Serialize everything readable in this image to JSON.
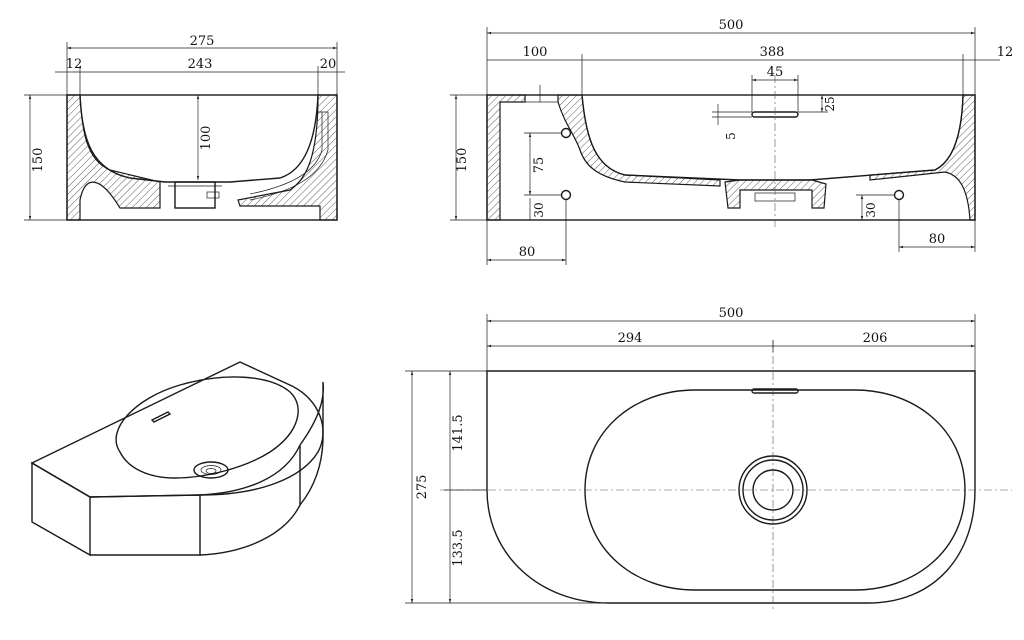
{
  "side_view": {
    "dims": {
      "overall_width": "275",
      "left_wall": "12",
      "bowl_width": "243",
      "right_wall": "20",
      "height": "150",
      "bowl_depth": "100"
    }
  },
  "front_view": {
    "dims": {
      "overall_width": "500",
      "left_offset": "100",
      "bowl_width": "388",
      "right_wall": "12",
      "overflow_width": "45",
      "overflow_top": "25",
      "overflow_height": "5",
      "height": "150",
      "hole_spacing": "75",
      "hole_bottom_left": "30",
      "hole_bottom_right": "30",
      "left_hole_offset": "80",
      "right_hole_offset": "80"
    }
  },
  "top_view": {
    "dims": {
      "overall_width": "500",
      "left_to_drain": "294",
      "drain_to_right": "206",
      "depth": "275",
      "back_to_drain": "141.5",
      "drain_to_front": "133.5"
    }
  },
  "colors": {
    "line": "#1a1a1a",
    "background": "#ffffff"
  }
}
